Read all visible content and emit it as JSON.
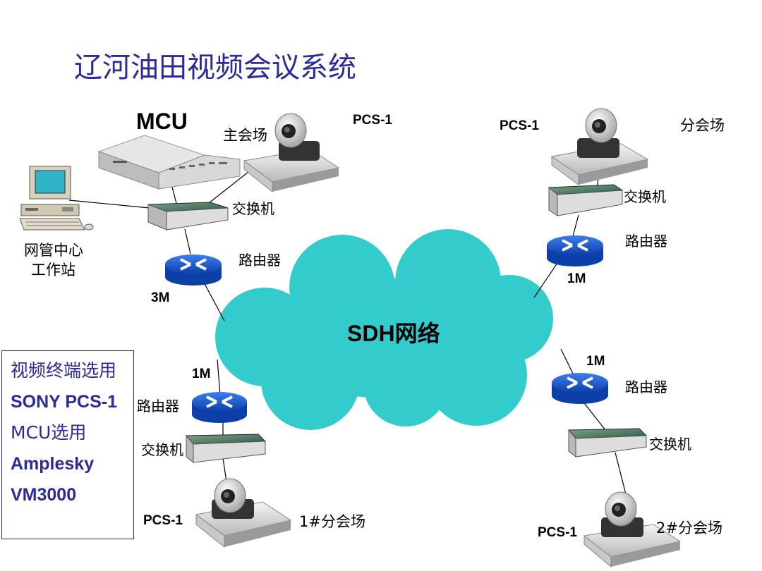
{
  "title": "辽河油田视频会议系统",
  "mcu_label": "MCU",
  "labels": {
    "main_venue": "主会场",
    "pcs_main": "PCS-1",
    "pcs_top_right": "PCS-1",
    "branch_venue": "分会场",
    "switch_main": "交换机",
    "switch_top_right": "交换机",
    "router_main": "路由器",
    "router_top_right": "路由器",
    "bw_main": "3M",
    "bw_top_right": "1M",
    "workstation_line1": "网管中心",
    "workstation_line2": "工作站",
    "network": "SDH网络",
    "bw_bottom_left": "1M",
    "router_bottom_left": "路由器",
    "switch_bottom_left": "交换机",
    "pcs_bottom_left": "PCS-1",
    "venue_1": "1#分会场",
    "bw_bottom_right": "1M",
    "router_bottom_right": "路由器",
    "switch_bottom_right": "交换机",
    "pcs_bottom_right": "PCS-1",
    "venue_2": "2#分会场"
  },
  "note": {
    "line1": "视频终端选用",
    "line2": "SONY PCS-1",
    "line3": "MCU选用",
    "line4": "Amplesky",
    "line5": "VM3000"
  },
  "colors": {
    "title": "#2a2a9a",
    "cloud": "#33cccc",
    "router": "#1e5fd0",
    "switch": "#3a6b55"
  }
}
